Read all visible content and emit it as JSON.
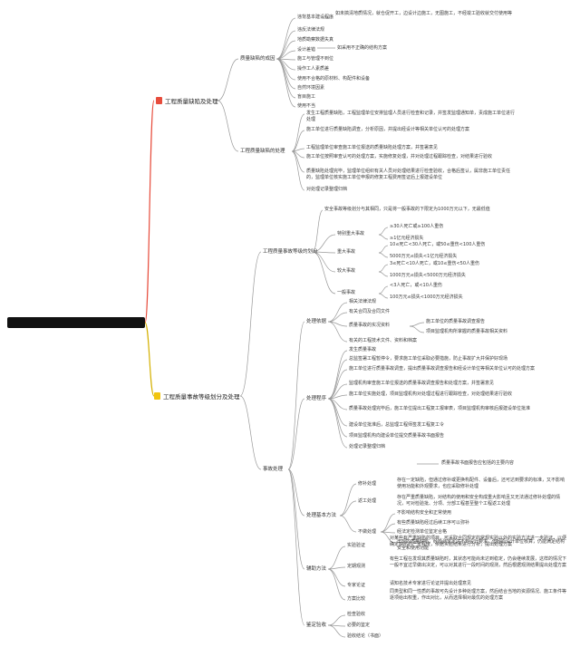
{
  "branch1": {
    "title": "工程质量缺陷及处理",
    "sub1": {
      "label": "质量缺陷的成因",
      "items": [
        "违背基本建设程序",
        "违反法律法规",
        "地质勘察数据失真",
        "设计差错",
        "施工与管理不到位",
        "操作工人素质差",
        "使用不合格的原材料、构配件和设备",
        "自然环境因素",
        "盲目施工",
        "使用不当"
      ],
      "note_procedure": "如未搞清地质情况，就仓促开工，边设计边施工，无图施工，不经竣工验收就交付使用等",
      "note_design": "如采用不正确的结构方案"
    },
    "sub2": {
      "label": "工程质量缺陷的处理",
      "items": [
        "发生工程质量缺陷，工程监理单位安排监理人员进行检查和记录，并签发监理通知单，责成施工单位进行处理",
        "施工单位进行质量缺陷调查，分析原因，并提出经设计等相关单位认可的处理方案",
        "工程监理单位审查施工单位报送的质量缺陷处理方案，并签署意见",
        "施工单位按照审查认可的处理方案，实施修复处理，并对处理过程跟踪检查，对结果进行验收",
        "质量缺陷处理完毕，监理单位组织有关人员对处理结果进行检查验收，合格后签认，属非施工单位责任的，监理单位核实施工单位申报的修复工程费用签证后上报建设单位",
        "对处理记录整理归档"
      ]
    }
  },
  "branch2": {
    "title": "工程质量事故等级划分及处理",
    "grade": {
      "label": "工程质量事故等级的划分",
      "intro": "安全事故等级划分与其相同，只是将一般事故的下限定为1000万元以下，无最低值",
      "levels": [
        {
          "name": "特别重大事故",
          "c1": "≥30人死亡或≥100人重伤",
          "c2": "≥1亿元经济损失"
        },
        {
          "name": "重大事故",
          "c1": "10≤死亡<30人死亡，或50≤重伤<100人重伤",
          "c2": "5000万元≤损失<1亿元经济损失"
        },
        {
          "name": "较大事故",
          "c1": "3≤死亡<10人死亡，或10≤重伤<50人重伤",
          "c2": "1000万元≤损失<5000万元经济损失"
        },
        {
          "name": "一般事故",
          "c1": "<3人死亡，或<10人重伤",
          "c2": "100万元≤损失<1000万元经济损失"
        }
      ]
    },
    "handling": {
      "label": "事故处理",
      "basis": {
        "label": "处理依据",
        "items": [
          "相关法律法规",
          "有关合同及合同文件",
          "质量事故的实况资料",
          "有关的工程技术文件、资料和档案"
        ],
        "facts": [
          "施工单位的质量事故调查报告",
          "项目监理机构所掌握的质量事故相关资料"
        ]
      },
      "procedure": {
        "label": "处理程序",
        "items": [
          "发生质量事故",
          "总监签署工程暂停令，要求施工单位采取必要措施，防止事故扩大并保护好现场",
          "施工单位进行质量事故调查，提出质量事故调查报告和经设计单位等相关单位认可的处理方案",
          "监理机构审查施工单位报送的质量事故调查报告和处理方案，并签署意见",
          "施工单位实施处理，项目监理机构对处理过程进行跟踪检查，对处理结果进行验收",
          "质量事故处理完毕后，施工单位提出工程复工报审表，项目监理机构审核后报建设单位批准",
          "建设单位批准后，总监理工程师签发工程复工令",
          "项目监理机构向建设单位提交质量事故书面报告",
          "处理记录整理归档"
        ],
        "report_note": "质量事故书面报告应包括的主要内容"
      },
      "methods": {
        "label": "处理基本方法",
        "repair": {
          "name": "修补处理",
          "desc": "存在一定缺陷，但通过修补或更换构配件、设备后，还可达到要求的标准，又不影响使用功能和外观要求，也应采取修补处理"
        },
        "rework": {
          "name": "返工处理",
          "desc": "存在严重质量缺陷，对结构的使用和安全构成重大影响且又无法通过修补处理的情况，可对检验批、分项、分部工程甚至整个工程返工处理"
        },
        "none": {
          "name": "不做处理",
          "items": [
            "不影响结构安全和正常使用",
            "有些质量缺陷经过后续工序可以弥补",
            "经法定检测单位鉴定合格",
            "出现的质量缺陷，经检测鉴定达不到设计要求，但经原设计单位核算，仍能满足结构安全和使用功能"
          ]
        }
      },
      "decision": {
        "label": "辅助方法",
        "items": [
          {
            "name": "实验验证",
            "desc": "对某些有严重缺陷的项目，可采取合同规定的常规实验以外的实验方法进一步验证，以便确定缺陷的严重程度，依据实验结果进行分析，提出处理方案"
          },
          {
            "name": "定期观测",
            "desc": "有些工程在发现其质量缺陷时，其状态可能尚未达到稳定，仍会继续发展，这样的情况下一般不宜过早做出决定，可以对其进行一段时间的观测，然后根据观测结果提出处理方案"
          },
          {
            "name": "专家论证",
            "desc": "请知名技术专家进行论证并提出处理意见"
          },
          {
            "name": "方案比较",
            "desc": "同类型和同一性质的事故可先设计多种处理方案，然后结合当地的资源情况、施工条件等逐项给出权重，作出对比，从而选择相对最优的处理方案"
          }
        ]
      },
      "acceptance": {
        "label": "鉴定验收",
        "items": [
          "检查验收",
          "必要的鉴定",
          "验收结论（书面）"
        ]
      }
    }
  }
}
